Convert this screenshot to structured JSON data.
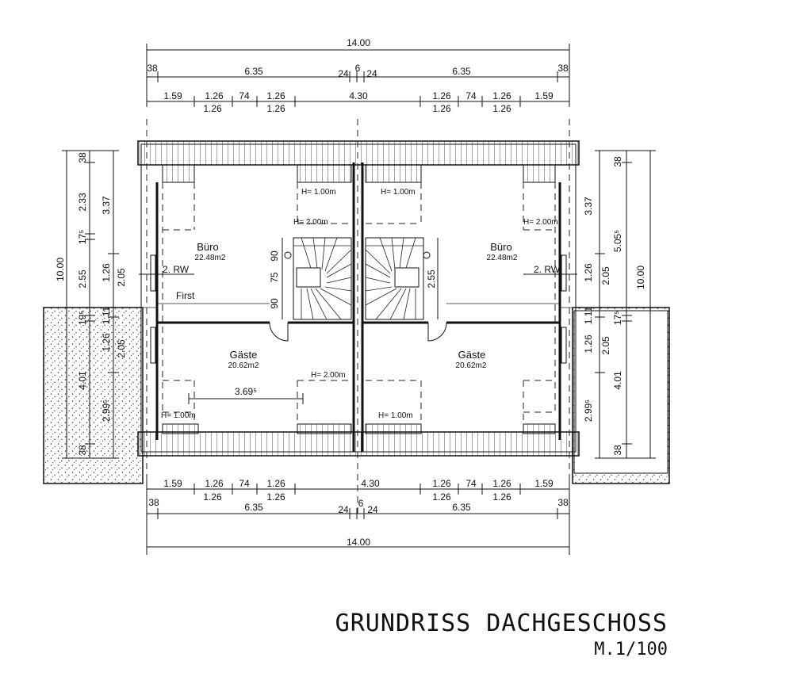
{
  "title": "GRUNDRISS DACHGESCHOSS",
  "scale": "M.1/100",
  "dims": {
    "overall": "14.00",
    "edge": "38",
    "half": "6.35",
    "wall_left": "24",
    "party_wall": "6",
    "wall_right": "24",
    "seg_159": "1.59",
    "seg_126": "1.26",
    "seg_74": "74",
    "seg_430": "4.30",
    "h_233": "2.33",
    "h_337": "3.37",
    "h_175": "17⁵",
    "h_255": "2.55",
    "h_126": "1.26",
    "h_205": "2.05",
    "h_111": "1.11",
    "h_195": "19⁵",
    "h_401": "4.01",
    "h_2995": "2.99⁵",
    "h_1000": "10.00",
    "h_5055": "5.05⁵",
    "h_90": "90",
    "h_75": "75",
    "width_3695": "3.69⁵"
  },
  "rooms": {
    "buero_name": "Büro",
    "buero_area": "22.48m2",
    "gaeste_name": "Gäste",
    "gaeste_area": "20.62m2"
  },
  "labels": {
    "h100": "H= 1.00m",
    "h200": "H= 2.00m",
    "rw": "2. RW",
    "first": "First"
  }
}
